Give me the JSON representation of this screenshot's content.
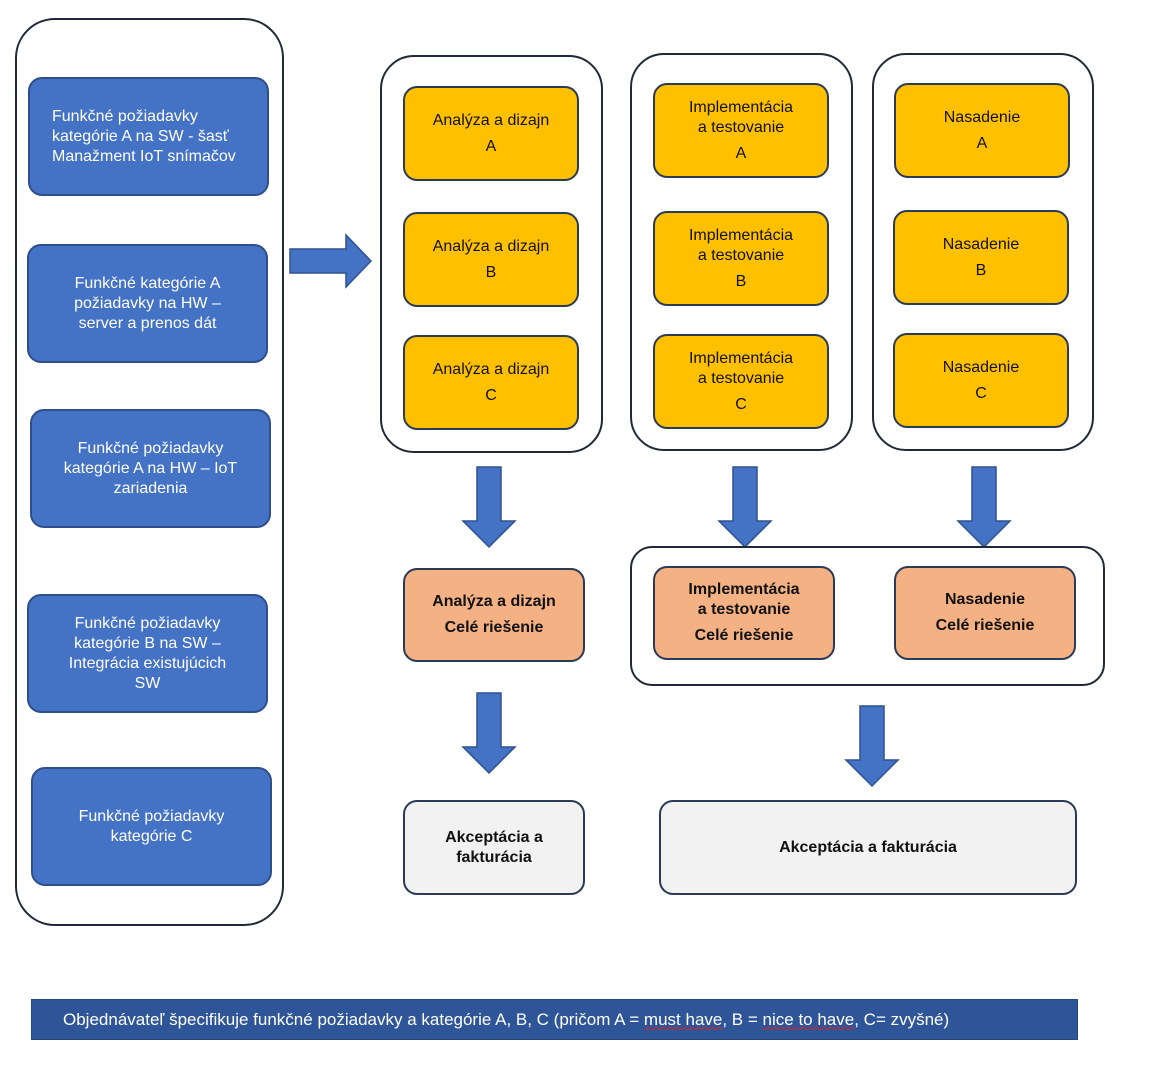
{
  "requirements": [
    {
      "lines": [
        "Funkčné požiadavky",
        "kategórie A na SW - šasť",
        "Manažment IoT snímačov"
      ]
    },
    {
      "lines": [
        "Funkčné kategórie A",
        "požiadavky na HW –",
        "server a prenos dát"
      ]
    },
    {
      "lines": [
        "Funkčné požiadavky",
        "kategórie A na HW – IoT",
        "zariadenia"
      ]
    },
    {
      "lines": [
        "Funkčné požiadavky",
        "kategórie B na SW –",
        "Integrácia existujúcich",
        "SW"
      ]
    },
    {
      "lines": [
        "Funkčné požiadavky",
        "kategórie C"
      ]
    }
  ],
  "analysis": [
    {
      "title": "Analýza a dizajn",
      "cat": "A"
    },
    {
      "title": "Analýza a dizajn",
      "cat": "B"
    },
    {
      "title": "Analýza a dizajn",
      "cat": "C"
    }
  ],
  "implementation": [
    {
      "line1": "Implementácia",
      "line2": "a testovanie",
      "cat": "A"
    },
    {
      "line1": "Implementácia",
      "line2": "a testovanie",
      "cat": "B"
    },
    {
      "line1": "Implementácia",
      "line2": "a testovanie",
      "cat": "C"
    }
  ],
  "deployment": [
    {
      "title": "Nasadenie",
      "cat": "A"
    },
    {
      "title": "Nasadenie",
      "cat": "B"
    },
    {
      "title": "Nasadenie",
      "cat": "C"
    }
  ],
  "whole_solution": {
    "analysis": {
      "title": "Analýza a dizajn",
      "sub": "Celé riešenie"
    },
    "implementation": {
      "line1": "Implementácia",
      "line2": "a testovanie",
      "sub": "Celé riešenie"
    },
    "deployment": {
      "title": "Nasadenie",
      "sub": "Celé riešenie"
    }
  },
  "acceptance": {
    "left": {
      "line1": "Akceptácia a",
      "line2": "fakturácia"
    },
    "right": {
      "label": "Akceptácia a fakturácia"
    }
  },
  "banner": {
    "pre": "Objednávateľ špecifikuje funkčné požiadavky a kategórie A, B, C (pričom A = ",
    "w1": "must have",
    "mid1": ", B = ",
    "w2": "nice to have",
    "mid2": ", C= zvyšné)"
  },
  "colors": {
    "requirement": "#4472c4",
    "phase": "#ffc000",
    "whole_solution": "#f4b183",
    "acceptance": "#f2f2f2",
    "arrow": "#4472c4",
    "banner": "#2e5597"
  }
}
